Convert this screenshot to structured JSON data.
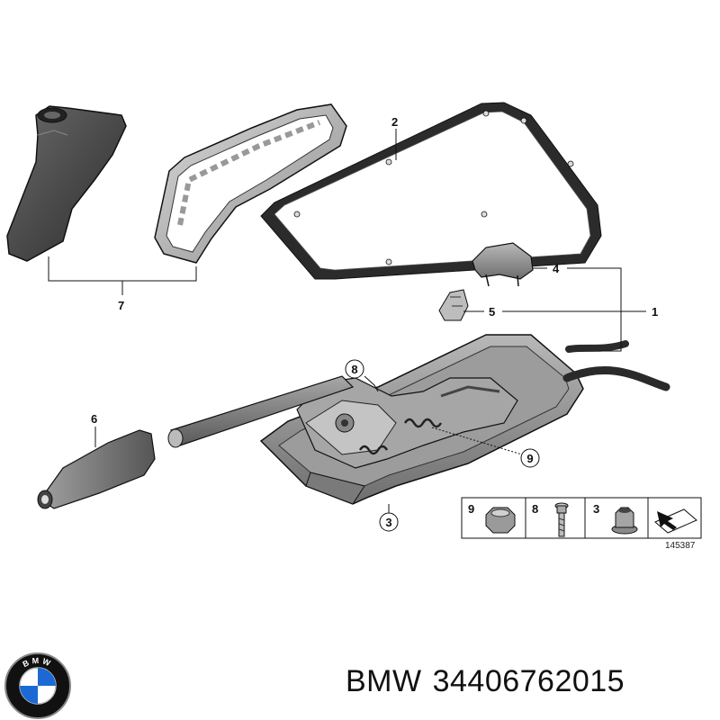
{
  "diagram": {
    "callouts": {
      "c1": "1",
      "c2": "2",
      "c3": "3",
      "c4": "4",
      "c5": "5",
      "c6": "6",
      "c7": "7",
      "c8": "8",
      "c9": "9"
    },
    "legend": {
      "items": [
        "9",
        "8",
        "3"
      ],
      "drawing_number": "145387"
    }
  },
  "footer": {
    "brand": "BMW",
    "part_number": "34406762015",
    "logo_letters": "BMW"
  },
  "colors": {
    "part_fill": "#8a8a8a",
    "part_dark": "#3a3a3a",
    "part_light": "#c8c8c8",
    "logo_blue": "#1c69d4",
    "logo_black": "#111111"
  }
}
